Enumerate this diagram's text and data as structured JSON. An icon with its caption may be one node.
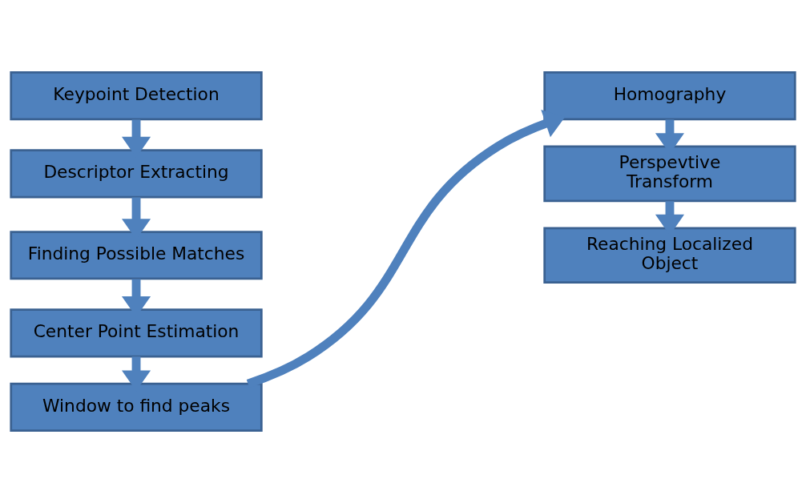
{
  "diagram": {
    "nodes": [
      {
        "text": [
          "Keypoint Detection"
        ]
      },
      {
        "text": [
          "Descriptor Extracting"
        ]
      },
      {
        "text": [
          "Finding Possible Matches"
        ]
      },
      {
        "text": [
          "Center Point Estimation"
        ]
      },
      {
        "text": [
          "Window to find peaks"
        ]
      },
      {
        "text": [
          "Homography"
        ]
      },
      {
        "text": [
          "Perspevtive Transform"
        ]
      },
      {
        "text": [
          "Reaching Localized Object"
        ]
      }
    ],
    "edges": [
      {
        "from": 0,
        "to": 1,
        "arrow": "to"
      },
      {
        "from": 1,
        "to": 2,
        "arrow": "to"
      },
      {
        "from": 2,
        "to": 3,
        "arrow": "to"
      },
      {
        "from": 3,
        "to": 4,
        "arrow": "to"
      },
      {
        "from": 4,
        "to": 5,
        "arrow": "to"
      },
      {
        "from": 5,
        "to": 6,
        "arrow": "to"
      },
      {
        "from": 6,
        "to": 7,
        "arrow": "to"
      }
    ]
  }
}
